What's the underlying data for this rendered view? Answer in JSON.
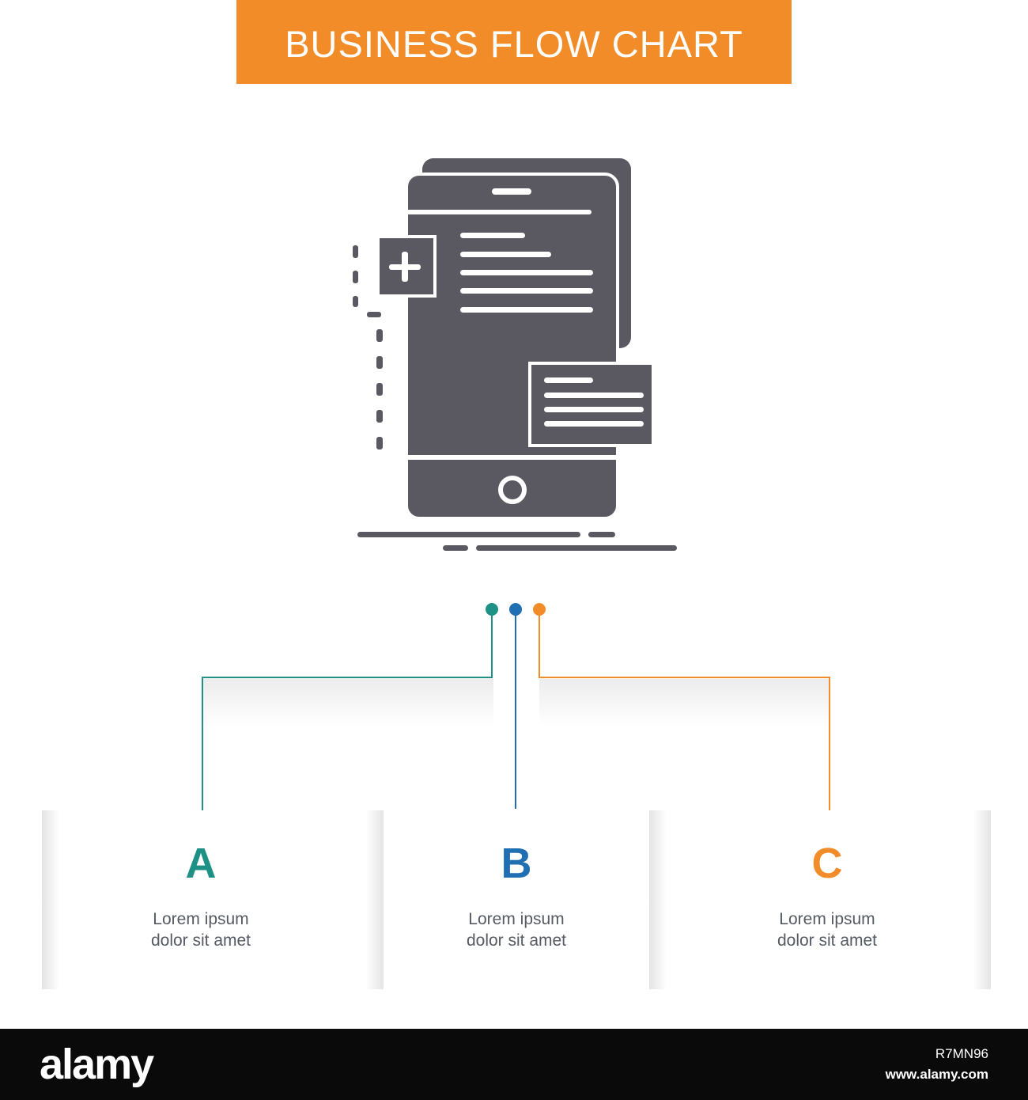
{
  "title": "BUSINESS FLOW CHART",
  "hero_icon": "mobile-frontend-icon",
  "colors": {
    "banner": "#f28c28",
    "icon": "#5a5961",
    "a": "#1d9185",
    "b": "#1f6fb2",
    "c": "#f28c28"
  },
  "steps": [
    {
      "letter": "A",
      "line1": "Lorem ipsum",
      "line2": "dolor sit amet"
    },
    {
      "letter": "B",
      "line1": "Lorem ipsum",
      "line2": "dolor sit amet"
    },
    {
      "letter": "C",
      "line1": "Lorem ipsum",
      "line2": "dolor sit amet"
    }
  ],
  "footer": {
    "logo": "alamy",
    "image_id": "R7MN96",
    "url": "www.alamy.com"
  }
}
